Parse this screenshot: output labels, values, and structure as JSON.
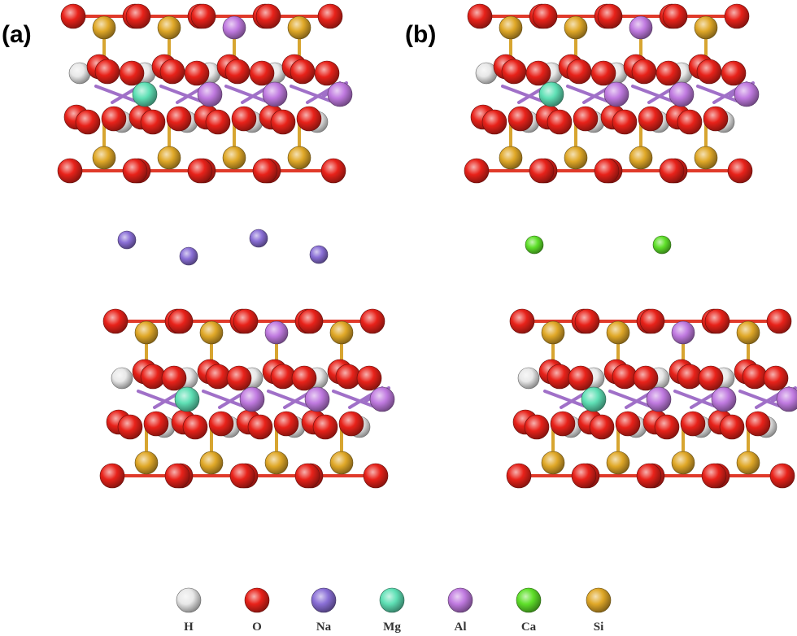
{
  "panels": [
    {
      "label": "(a)",
      "interlayer_ion": "Na",
      "interlayer_count": 4
    },
    {
      "label": "(b)",
      "interlayer_ion": "Ca",
      "interlayer_count": 2
    }
  ],
  "legend": [
    {
      "symbol": "H",
      "color": "#e8e8e8"
    },
    {
      "symbol": "O",
      "color": "#e8221a"
    },
    {
      "symbol": "Na",
      "color": "#8a6fd6"
    },
    {
      "symbol": "Mg",
      "color": "#5fe0b5"
    },
    {
      "symbol": "Al",
      "color": "#c07ae0"
    },
    {
      "symbol": "Ca",
      "color": "#5fe02a"
    },
    {
      "symbol": "Si",
      "color": "#e0a828"
    }
  ]
}
